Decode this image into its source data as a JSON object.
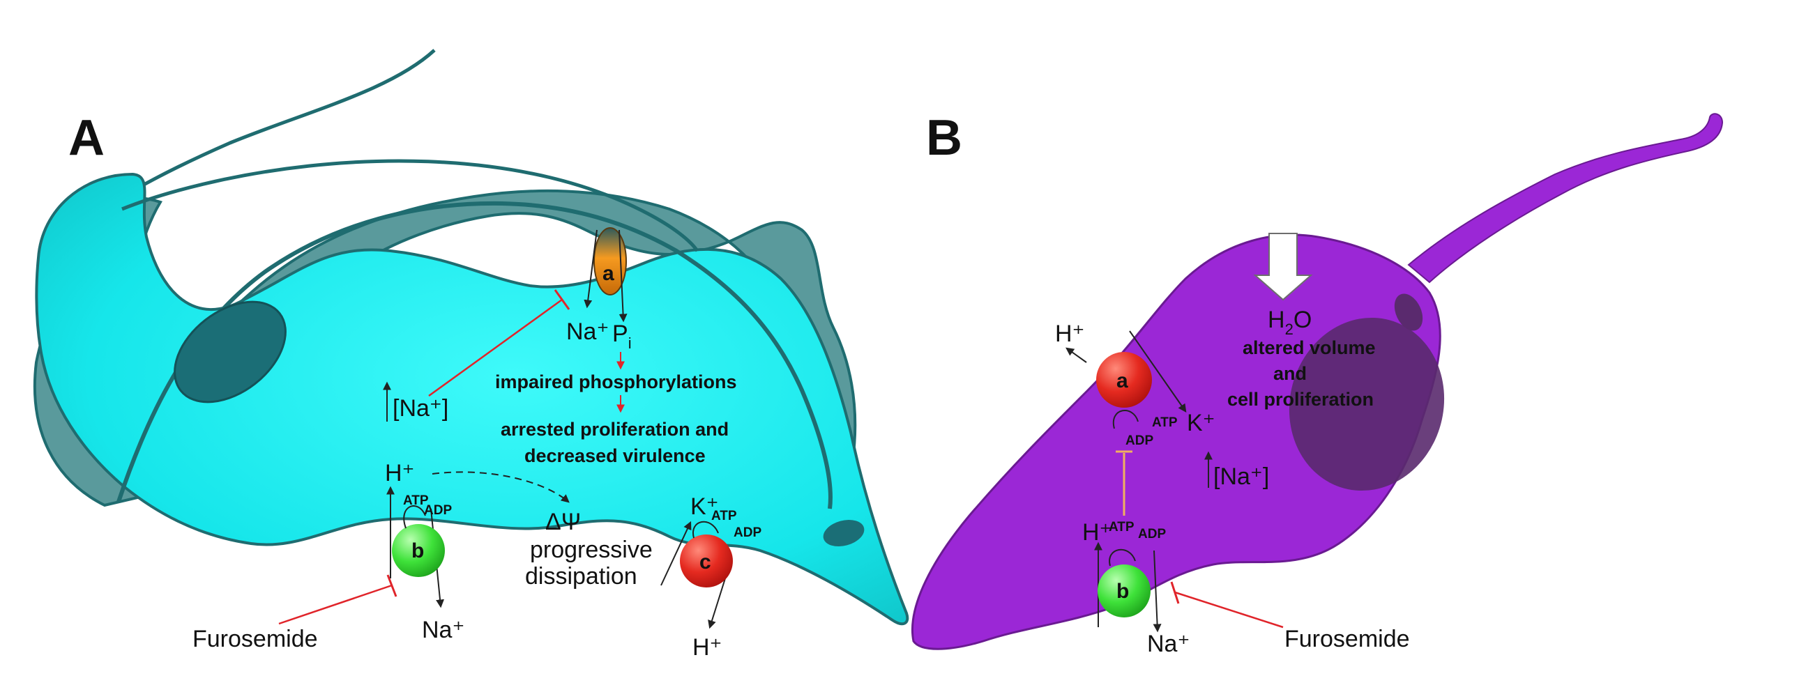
{
  "panels": {
    "a": "A",
    "b": "B"
  },
  "panel_a": {
    "na_out": "Na⁺",
    "pi_p": "P",
    "pi_sub": "i",
    "na_in_level": "[Na⁺]",
    "impaired": "impaired phosphorylations",
    "arrested_1": "arrested proliferation and",
    "arrested_2": "decreased virulence",
    "h_plus": "H⁺",
    "atp": "ATP",
    "adp": "ADP",
    "delta_psi": "ΔΨ",
    "dissip_1": "progressive",
    "dissip_2": "dissipation",
    "k_plus": "K⁺",
    "na_bottom": "Na⁺",
    "h_bottom": "H⁺",
    "furosemide": "Furosemide",
    "ball_a": "a",
    "ball_b": "b",
    "ball_c": "c"
  },
  "panel_b": {
    "h_plus_top": "H⁺",
    "ball_a": "a",
    "ball_b": "b",
    "atp_a": "ATP",
    "adp_a": "ADP",
    "k_plus": "K⁺",
    "na_in_level": "[Na⁺]",
    "h2o_h": "H",
    "h2o_sub": "2",
    "h2o_o": "O",
    "altered_1": "altered volume",
    "altered_2": "and",
    "altered_3": "cell proliferation",
    "h_plus_b": "H⁺",
    "atp_b": "ATP",
    "adp_b": "ADP",
    "na_bottom": "Na⁺",
    "furosemide": "Furosemide"
  },
  "colors": {
    "cell_a": "#18f0f0",
    "cell_a_dark": "#1a7f86",
    "membrane_a": "#4d8a8c",
    "cell_b": "#9b27d6",
    "nucleus_b": "#5a2a6e",
    "ball_red": "#e5241f",
    "ball_green": "#3be23b",
    "ball_orange": "#f28a10",
    "inhibitor": "#e0242a"
  }
}
